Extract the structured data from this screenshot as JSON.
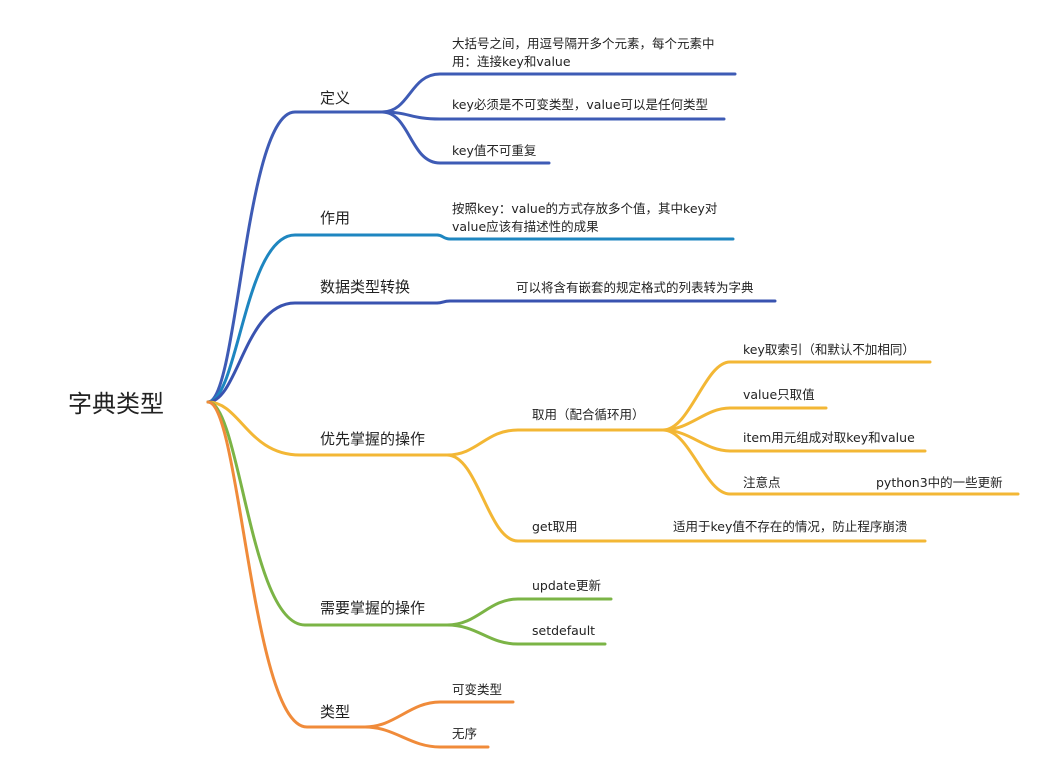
{
  "colors": {
    "definition": "#3E5BB5",
    "purpose": "#1E86C0",
    "conversion": "#3953B0",
    "must_ops": "#F3B735",
    "needed_ops": "#7BB446",
    "type": "#F08B3A"
  },
  "root": {
    "label": "字典类型"
  },
  "nodes": {
    "definition": {
      "label": "定义",
      "items": [
        "大括号之间，用逗号隔开多个元素，每个元素中用：连接key和value",
        "key必须是不可变类型，value可以是任何类型",
        "key值不可重复"
      ]
    },
    "purpose": {
      "label": "作用",
      "items": [
        "按照key：value的方式存放多个值，其中key对value应该有描述性的成果"
      ]
    },
    "conversion": {
      "label": "数据类型转换",
      "items": [
        "可以将含有嵌套的规定格式的列表转为字典"
      ]
    },
    "must_ops": {
      "label": "优先掌握的操作",
      "fetch": {
        "label": "取用（配合循环用）",
        "items": [
          "key取索引（和默认不加相同）",
          "value只取值",
          "item用元组成对取key和value"
        ],
        "notes": {
          "label": "注意点",
          "child": "python3中的一些更新"
        }
      },
      "get": {
        "label": "get取用",
        "child": "适用于key值不存在的情况，防止程序崩溃"
      }
    },
    "needed_ops": {
      "label": "需要掌握的操作",
      "items": [
        "update更新",
        "setdefault"
      ]
    },
    "type": {
      "label": "类型",
      "items": [
        "可变类型",
        "无序"
      ]
    }
  }
}
